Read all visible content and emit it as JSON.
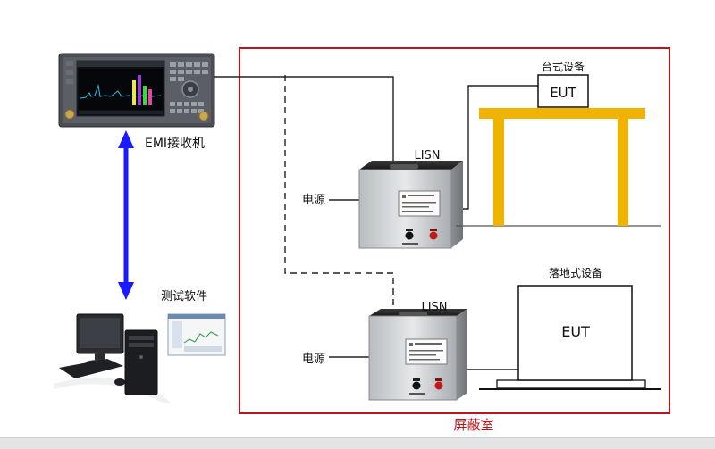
{
  "analyzer": {
    "label": "EMI接收机"
  },
  "software": {
    "label": "测试软件"
  },
  "room": {
    "label": "屏蔽室",
    "border_color": "#c0141c"
  },
  "link": {
    "color": "#1a1aff"
  },
  "upper": {
    "lisn_label": "LISN",
    "power_label": "电源",
    "eut_label": "EUT",
    "equipment_label": "台式设备",
    "table_color": "#f0b400"
  },
  "lower": {
    "lisn_label": "LISN",
    "power_label": "电源",
    "eut_label": "EUT",
    "equipment_label": "落地式设备"
  }
}
